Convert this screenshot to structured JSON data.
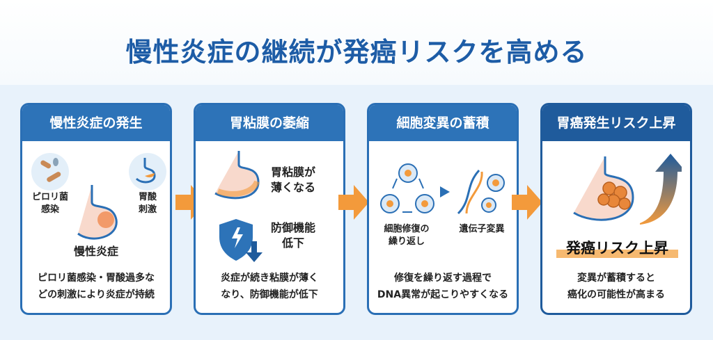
{
  "title": "慢性炎症の継続が発癌リスクを高める",
  "cards": [
    {
      "header": "慢性炎症の発生",
      "labels": [
        "ピロリ菌\n感染",
        "胃酸\n刺激",
        "慢性炎症"
      ],
      "desc": [
        "ピロリ菌感染・胃酸過多な",
        "どの刺激により炎症が持続"
      ]
    },
    {
      "header": "胃粘膜の萎縮",
      "labels": [
        "胃粘膜が\n薄くなる",
        "防御機能\n低下"
      ],
      "desc": [
        "炎症が続き粘膜が薄く",
        "なり、防御機能が低下"
      ]
    },
    {
      "header": "細胞変異の蓄積",
      "labels": [
        "細胞修復の\n繰り返し",
        "遺伝子変異"
      ],
      "desc": [
        "修復を繰り返す過程で",
        "DNA異常が起こりやすくなる"
      ]
    },
    {
      "header": "胃癌発生リスク上昇",
      "labels": [
        "発癌リスク上昇"
      ],
      "desc": [
        "変異が蓄積すると",
        "癌化の可能性が高まる"
      ]
    }
  ],
  "colors": {
    "primary": "#2d73b8",
    "dark": "#1f5b9c",
    "accent": "#f39a3b"
  }
}
